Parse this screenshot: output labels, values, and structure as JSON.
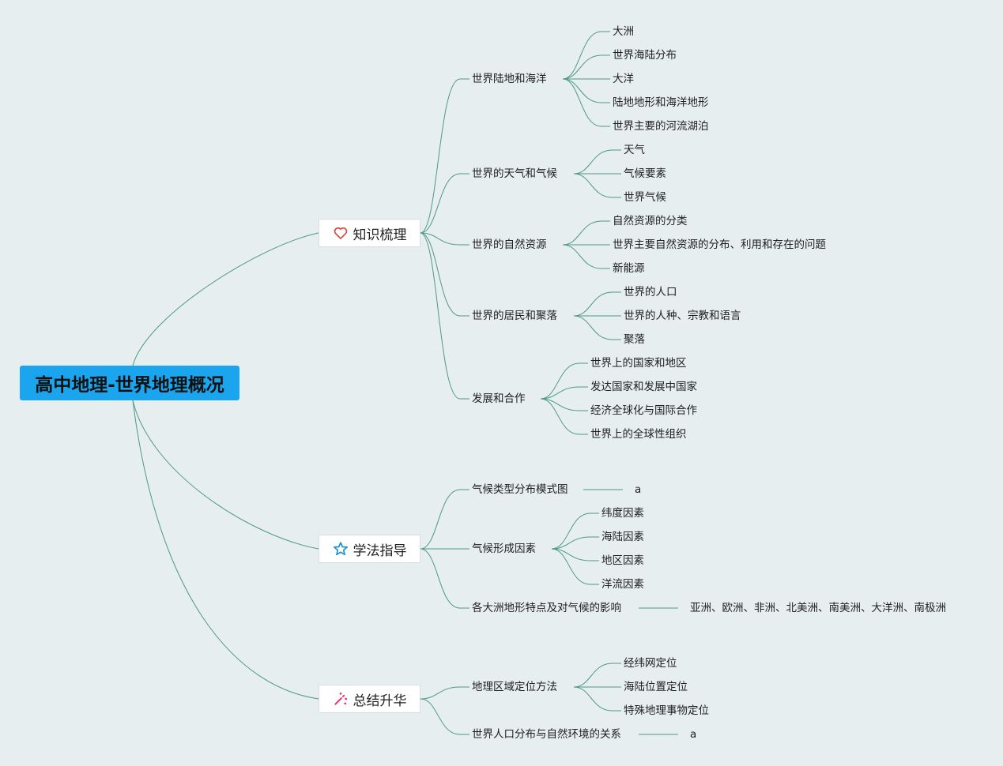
{
  "root": {
    "title": "高中地理-世界地理概况"
  },
  "branches": [
    {
      "label": "知识梳理",
      "icon": "heart-icon",
      "icon_color": "#e0433a",
      "topics": [
        {
          "label": "世界陆地和海洋",
          "items": [
            "大洲",
            "世界海陆分布",
            "大洋",
            "陆地地形和海洋地形",
            "世界主要的河流湖泊"
          ]
        },
        {
          "label": "世界的天气和气候",
          "items": [
            "天气",
            "气候要素",
            "世界气候"
          ]
        },
        {
          "label": "世界的自然资源",
          "items": [
            "自然资源的分类",
            "世界主要自然资源的分布、利用和存在的问题",
            "新能源"
          ]
        },
        {
          "label": "世界的居民和聚落",
          "items": [
            "世界的人口",
            "世界的人种、宗教和语言",
            "聚落"
          ]
        },
        {
          "label": "发展和合作",
          "items": [
            "世界上的国家和地区",
            "发达国家和发展中国家",
            "经济全球化与国际合作",
            "世界上的全球性组织"
          ]
        }
      ]
    },
    {
      "label": "学法指导",
      "icon": "star-icon",
      "icon_color": "#1a8fd8",
      "topics": [
        {
          "label": "气候类型分布模式图",
          "items": [
            "a"
          ]
        },
        {
          "label": "气候形成因素",
          "items": [
            "纬度因素",
            "海陆因素",
            "地区因素",
            "洋流因素"
          ]
        },
        {
          "label": "各大洲地形特点及对气候的影响",
          "items": [
            "亚洲、欧洲、非洲、北美洲、南美洲、大洋洲、南极洲"
          ]
        }
      ]
    },
    {
      "label": "总结升华",
      "icon": "magic-wand-icon",
      "icon_color": "#e8336e",
      "topics": [
        {
          "label": "地理区域定位方法",
          "items": [
            "经纬网定位",
            "海陆位置定位",
            "特殊地理事物定位"
          ]
        },
        {
          "label": "世界人口分布与自然环境的关系",
          "items": [
            "a"
          ]
        }
      ]
    }
  ],
  "colors": {
    "line": "#4f9a82",
    "root_bg": "#1aa5ee",
    "background": "#e6eef0"
  }
}
